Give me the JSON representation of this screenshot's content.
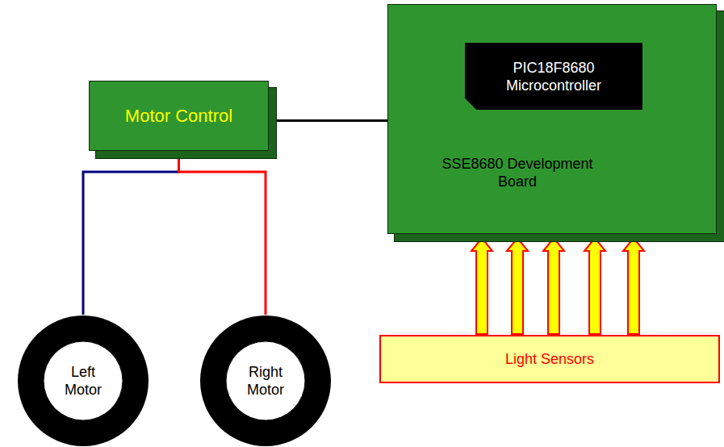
{
  "diagram": {
    "nodes": [
      {
        "text": [
          "Motor Control"
        ]
      },
      {
        "text": [
          "SSE8680 Development Board"
        ]
      },
      {
        "text": [
          "PIC18F8680 Microcontroller"
        ],
        "in": 1
      },
      {
        "text": [
          "Left Motor"
        ]
      },
      {
        "text": [
          "Right Motor"
        ]
      },
      {
        "text": [
          "Light Sensors"
        ]
      }
    ],
    "edges": [
      {
        "from": 0,
        "to": 1,
        "arrow": "none"
      },
      {
        "from": 0,
        "to": 3,
        "arrow": "none"
      },
      {
        "from": 0,
        "to": 4,
        "arrow": "none"
      },
      {
        "from": 5,
        "to": 1,
        "arrow": "to"
      },
      {
        "from": 5,
        "to": 1,
        "arrow": "to"
      },
      {
        "from": 5,
        "to": 1,
        "arrow": "to"
      },
      {
        "from": 5,
        "to": 1,
        "arrow": "to"
      },
      {
        "from": 5,
        "to": 1,
        "arrow": "to"
      }
    ]
  }
}
